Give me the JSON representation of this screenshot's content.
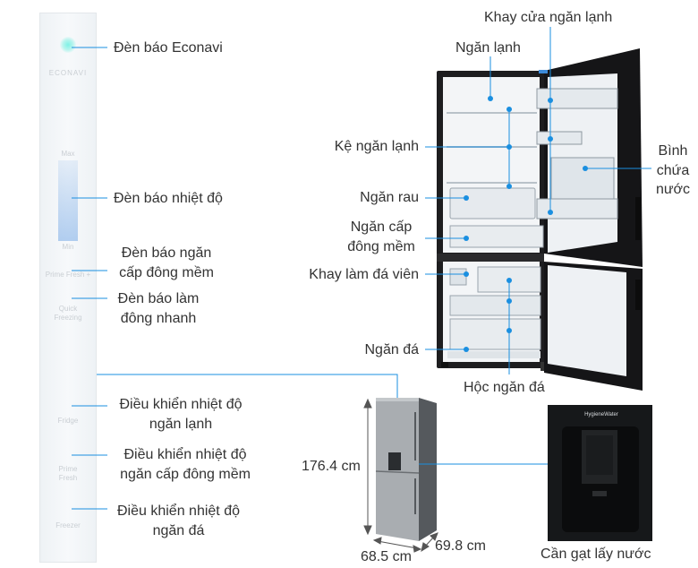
{
  "control_panel": {
    "econavi_text": "ECONAVI",
    "max_text": "Max",
    "min_text": "Min",
    "prime_fresh_plus": "Prime Fresh +",
    "quick_line1": "Quick",
    "quick_line2": "Freezing",
    "fridge_text": "Fridge",
    "prime_line1": "Prime",
    "prime_line2": "Fresh",
    "freezer_text": "Freezer"
  },
  "panel_labels": {
    "econavi_light": "Đèn báo Econavi",
    "temp_light": "Đèn báo nhiệt độ",
    "soft_freeze_light_1": "Đèn báo ngăn",
    "soft_freeze_light_2": "cấp đông mềm",
    "quick_freeze_light_1": "Đèn báo làm",
    "quick_freeze_light_2": "đông nhanh",
    "fridge_control_1": "Điều khiển nhiệt độ",
    "fridge_control_2": "ngăn lạnh",
    "soft_control_1": "Điều khiển nhiệt độ",
    "soft_control_2": "ngăn cấp đông mềm",
    "freezer_control_1": "Điều khiển nhiệt độ",
    "freezer_control_2": "ngăn đá"
  },
  "fridge_labels": {
    "door_tray": "Khay cửa ngăn lạnh",
    "fridge_compartment": "Ngăn lạnh",
    "fridge_shelf": "Kệ ngăn lạnh",
    "water_tank_1": "Bình",
    "water_tank_2": "chứa",
    "water_tank_3": "nước",
    "vegetable": "Ngăn rau",
    "soft_freeze_1": "Ngăn cấp",
    "soft_freeze_2": "đông mềm",
    "ice_tray": "Khay làm đá viên",
    "freezer": "Ngăn đá",
    "freezer_drawer": "Hộc ngăn đá"
  },
  "dimensions": {
    "height": "176.4 cm",
    "width": "68.5 cm",
    "depth": "69.8 cm"
  },
  "dispenser": {
    "brand_text": "HygieneWater",
    "caption": "Cần gạt lấy nước"
  },
  "colors": {
    "accent_blue": "#1a8fe0",
    "fridge_body": "#1d1d1f",
    "interior": "#f2f4f6",
    "steel": "#a7abaf"
  }
}
